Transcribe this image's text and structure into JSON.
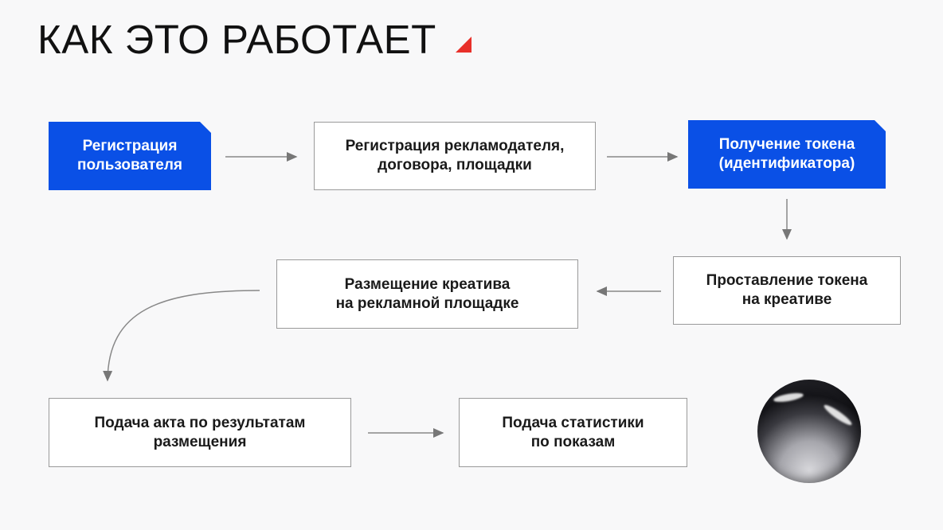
{
  "title": "КАК ЭТО РАБОТАЕТ",
  "steps": [
    {
      "label": "Регистрация\nпользователя"
    },
    {
      "label": "Регистрация рекламодателя,\nдоговора, площадки"
    },
    {
      "label": "Получение токена\n(идентификатора)"
    },
    {
      "label": "Проставление токена\nна креативе"
    },
    {
      "label": "Размещение креатива\nна рекламной площадке"
    },
    {
      "label": "Подача акта по результатам\nразмещения"
    },
    {
      "label": "Подача статистики\nпо показам"
    }
  ],
  "colors": {
    "accent_blue": "#0a50e6",
    "accent_red": "#e8302a"
  }
}
